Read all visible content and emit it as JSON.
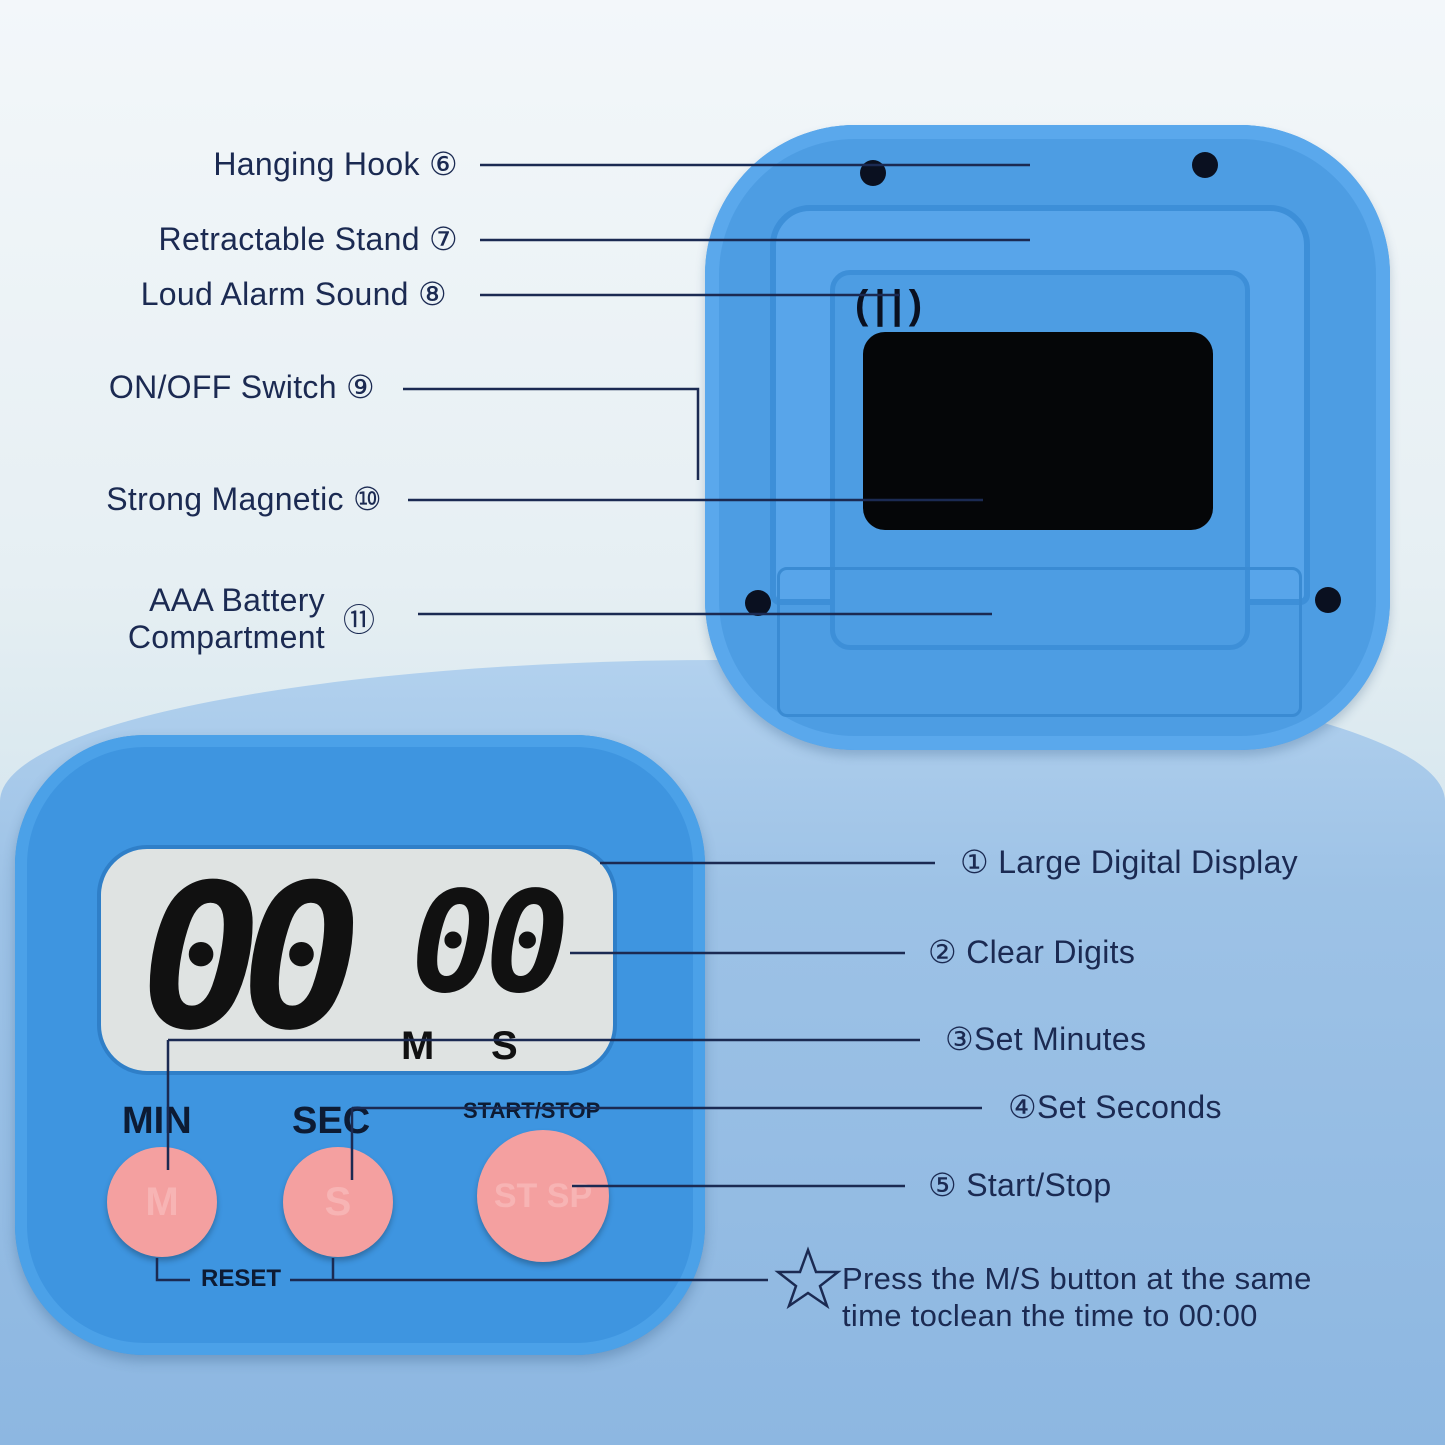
{
  "left_labels": [
    {
      "text": "Hanging Hook",
      "num": "⑥"
    },
    {
      "text": "Retractable Stand",
      "num": "⑦"
    },
    {
      "text": "Loud Alarm Sound",
      "num": "⑧"
    },
    {
      "text": "ON/OFF Switch",
      "num": "⑨"
    },
    {
      "text": "Strong Magnetic",
      "num": "⑩"
    },
    {
      "text_line1": "AAA Battery",
      "text_line2": "Compartment",
      "num": "⑪"
    }
  ],
  "right_labels": [
    {
      "num": "①",
      "text": "Large Digital Display"
    },
    {
      "num": "②",
      "text": "Clear Digits"
    },
    {
      "num": "③",
      "text": "Set Minutes"
    },
    {
      "num": "④",
      "text": "Set Seconds"
    },
    {
      "num": "⑤",
      "text": "Start/Stop"
    }
  ],
  "note": {
    "icon": "star-outline-icon",
    "line1": "Press the M/S button at the same",
    "line2": "time toclean the time to 00:00"
  },
  "timer": {
    "display_minutes": "00",
    "display_seconds": "00",
    "unit_m": "M",
    "unit_s": "S",
    "btn_min_label": "MIN",
    "btn_sec_label": "SEC",
    "btn_start_label": "START/STOP",
    "btn_min_face": "M",
    "btn_sec_face": "S",
    "btn_start_face": "ST SP",
    "reset_label": "RESET",
    "body_color": "#3e95e0",
    "button_color": "#f4a0a0"
  }
}
